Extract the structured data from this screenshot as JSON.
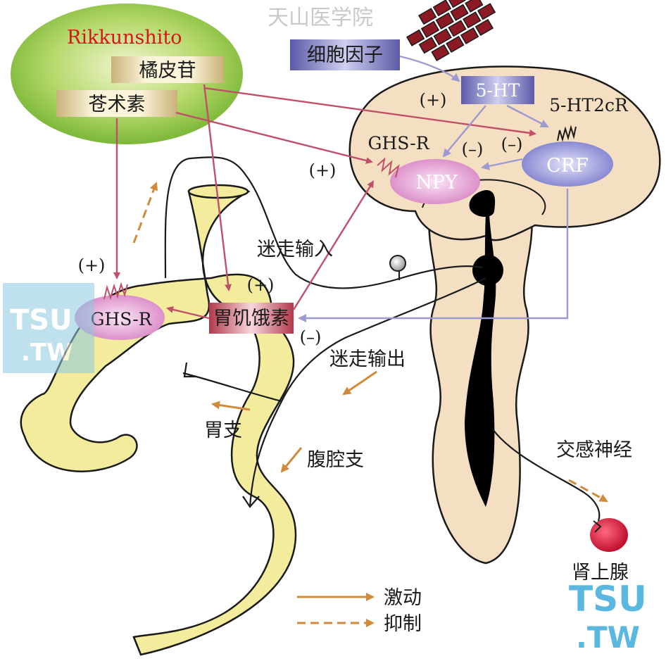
{
  "watermark_top": "天山医学院",
  "watermark_tsu": "TSU",
  "watermark_tw": ".TW",
  "rikkunshito": {
    "title": "Rikkunshito",
    "ingredient_1": "橘皮苷",
    "ingredient_2": "苍术素"
  },
  "brain": {
    "cytokine": "细胞因子",
    "serotonin": "5-HT",
    "receptor_5ht2c": "5-HT2cR",
    "crf": "CRF",
    "npy": "NPY",
    "ghsr_brain": "GHS-R",
    "plus_5ht": "(+)",
    "minus_npy_1": "(–)",
    "minus_npy_2": "(–)",
    "plus_npy": "(+)"
  },
  "stomach": {
    "ghsr": "GHS-R",
    "ghrelin": "胃饥饿素",
    "plus_ghsr": "(+)",
    "plus_ghrelin": "(+)",
    "minus_ghrelin": "(–)"
  },
  "nerves": {
    "vagal_input": "迷走输入",
    "vagal_output": "迷走输出",
    "gastric_branch": "胃支",
    "celiac_branch": "腹腔支",
    "sympathetic": "交感神经",
    "adrenal": "肾上腺"
  },
  "legend": {
    "stimulate": "激动",
    "inhibit": "抑制"
  },
  "colors": {
    "stomach_fill": "#f2ec9c",
    "brain_fill": "#f5dfc2",
    "ellipse_green": "#8cc63f",
    "arrow_red": "#c0506a",
    "arrow_blue": "#9c9ad0",
    "arrow_orange": "#d08a3c",
    "npy_pink": "#e7a2d6",
    "crf_purple": "#8f8fd8"
  }
}
